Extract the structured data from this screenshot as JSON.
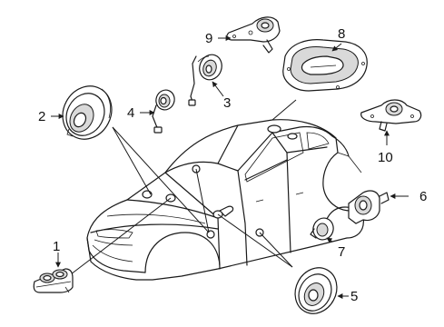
{
  "callouts": [
    {
      "id": 1,
      "text": "1"
    },
    {
      "id": 2,
      "text": "2"
    },
    {
      "id": 3,
      "text": "3"
    },
    {
      "id": 4,
      "text": "4"
    },
    {
      "id": 5,
      "text": "5"
    },
    {
      "id": 6,
      "text": "6"
    },
    {
      "id": 7,
      "text": "7"
    },
    {
      "id": 8,
      "text": "8"
    },
    {
      "id": 9,
      "text": "9"
    },
    {
      "id": 10,
      "text": "10"
    }
  ]
}
